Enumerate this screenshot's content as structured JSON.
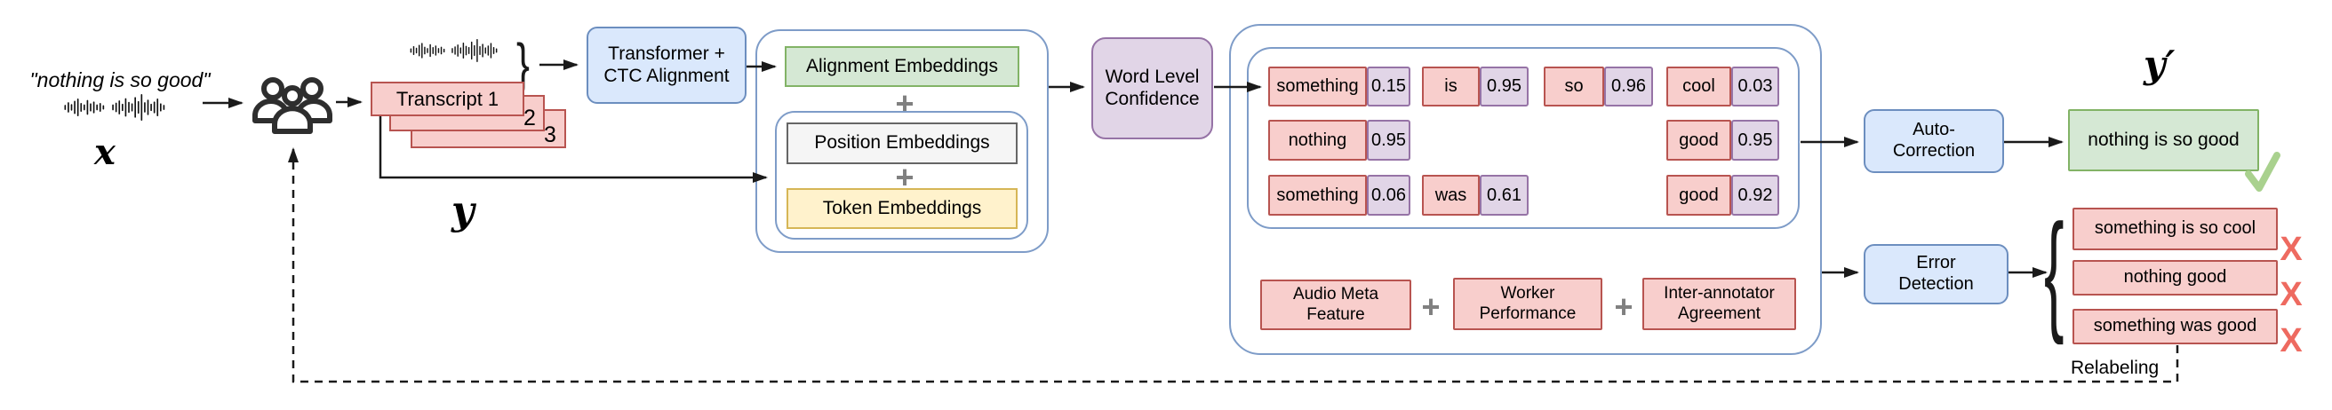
{
  "figure": {
    "input": {
      "quote": "\"nothing is so good\"",
      "var": "x"
    },
    "transcripts": {
      "box1": "Transcript 1",
      "box2": "2",
      "box3": "3",
      "var": "y"
    },
    "process": {
      "transformer": "Transformer +\nCTC Alignment",
      "alignment_embeddings": "Alignment Embeddings",
      "position_embeddings": "Position Embeddings",
      "token_embeddings": "Token Embeddings",
      "plus": "+",
      "word_level_confidence": "Word Level\nConfidence",
      "auto_correction": "Auto-\nCorrection",
      "error_detection": "Error\nDetection"
    },
    "confidence_cells": [
      {
        "word": "something",
        "score": "0.15"
      },
      {
        "word": "is",
        "score": "0.95"
      },
      {
        "word": "so",
        "score": "0.96"
      },
      {
        "word": "cool",
        "score": "0.03"
      },
      {
        "word": "nothing",
        "score": "0.95"
      },
      {
        "word": "good",
        "score": "0.95"
      },
      {
        "word": "something",
        "score": "0.06"
      },
      {
        "word": "was",
        "score": "0.61"
      },
      {
        "word": "good",
        "score": "0.92"
      }
    ],
    "features": [
      "Audio Meta\nFeature",
      "Worker\nPerformance",
      "Inter-annotator\nAgreement"
    ],
    "output": {
      "var": "y′",
      "corrected": "nothing is so good"
    },
    "errors": [
      "something is so cool",
      "nothing good",
      "something was good"
    ],
    "error_mark": "X",
    "relabeling_label": "Relabeling",
    "brace_right": "}",
    "brace_left": "{"
  },
  "colors": {
    "pink_fill": "#f8cecc",
    "pink_stroke": "#b85450",
    "blue_fill": "#dae8fc",
    "blue_stroke": "#6c8ebf",
    "green_fill": "#d5e8d4",
    "green_stroke": "#82b366",
    "purple_fill": "#e1d5e7",
    "purple_stroke": "#9673a6",
    "yellow_fill": "#fff2cc",
    "yellow_stroke": "#d6b656",
    "gray_fill": "#f5f5f5",
    "gray_stroke": "#666666",
    "container_stroke": "#7e9cc8",
    "check_green": "#a9d18e",
    "x_red": "#ee6a60",
    "plus_gray": "#808080"
  }
}
